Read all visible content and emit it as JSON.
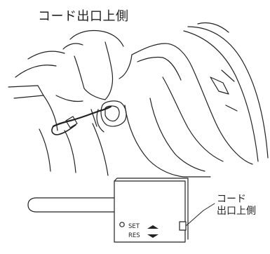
{
  "labels": {
    "top": "コード出口上側",
    "side_line1": "コード",
    "side_line2": "出口上側",
    "set": "SET",
    "res": "RES"
  }
}
